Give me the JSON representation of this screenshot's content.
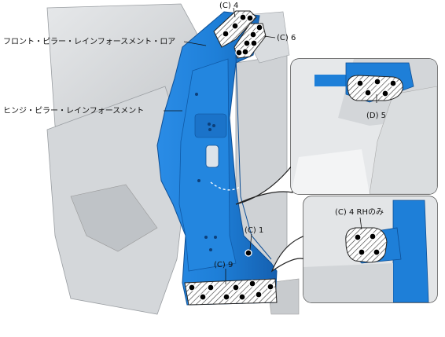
{
  "labels": {
    "front_pillar_reinforcement_lower": "フロント・ピラー・レインフォースメント・ロア",
    "hinge_pillar_reinforcement": "ヒンジ・ピラー・レインフォースメント",
    "callout_c4_top": "(C) 4",
    "callout_c6": "(C) 6",
    "callout_d5": "(D) 5",
    "callout_c1": "(C) 1",
    "callout_c9": "(C) 9",
    "callout_c4_rh_only": "(C) 4 RHのみ"
  },
  "colors": {
    "panel_blue": "#1E7FD8",
    "panel_blue_dark": "#1560B0",
    "body_gray": "#D6D8DA",
    "hatch": "#333333",
    "weld_dot": "#000000"
  },
  "icons": {
    "weld_point": "black-dot-white-ring",
    "weld_region": "hatched-rounded-area"
  }
}
